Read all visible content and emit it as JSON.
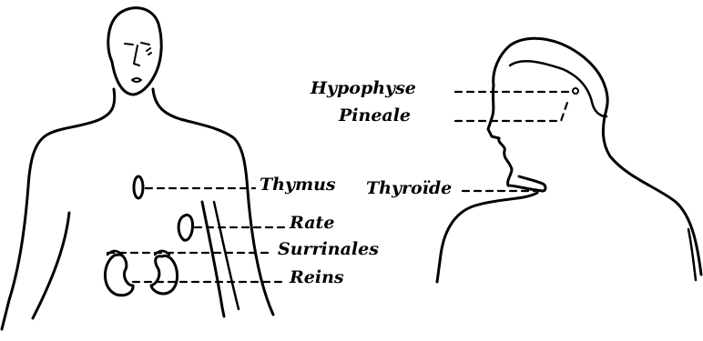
{
  "colors": {
    "ink": "#000000",
    "paper": "#ffffff"
  },
  "figures": {
    "front": {
      "name": "front-torso-figure"
    },
    "profile": {
      "name": "profile-head-figure"
    }
  },
  "labels": {
    "thymus": "Thymus",
    "rate": "Rate",
    "surrenales": "Surrinales",
    "reins": "Reins",
    "thyroide": "Thyroïde",
    "hypophyse": "Hypophyse",
    "pineale": "Pineale"
  }
}
